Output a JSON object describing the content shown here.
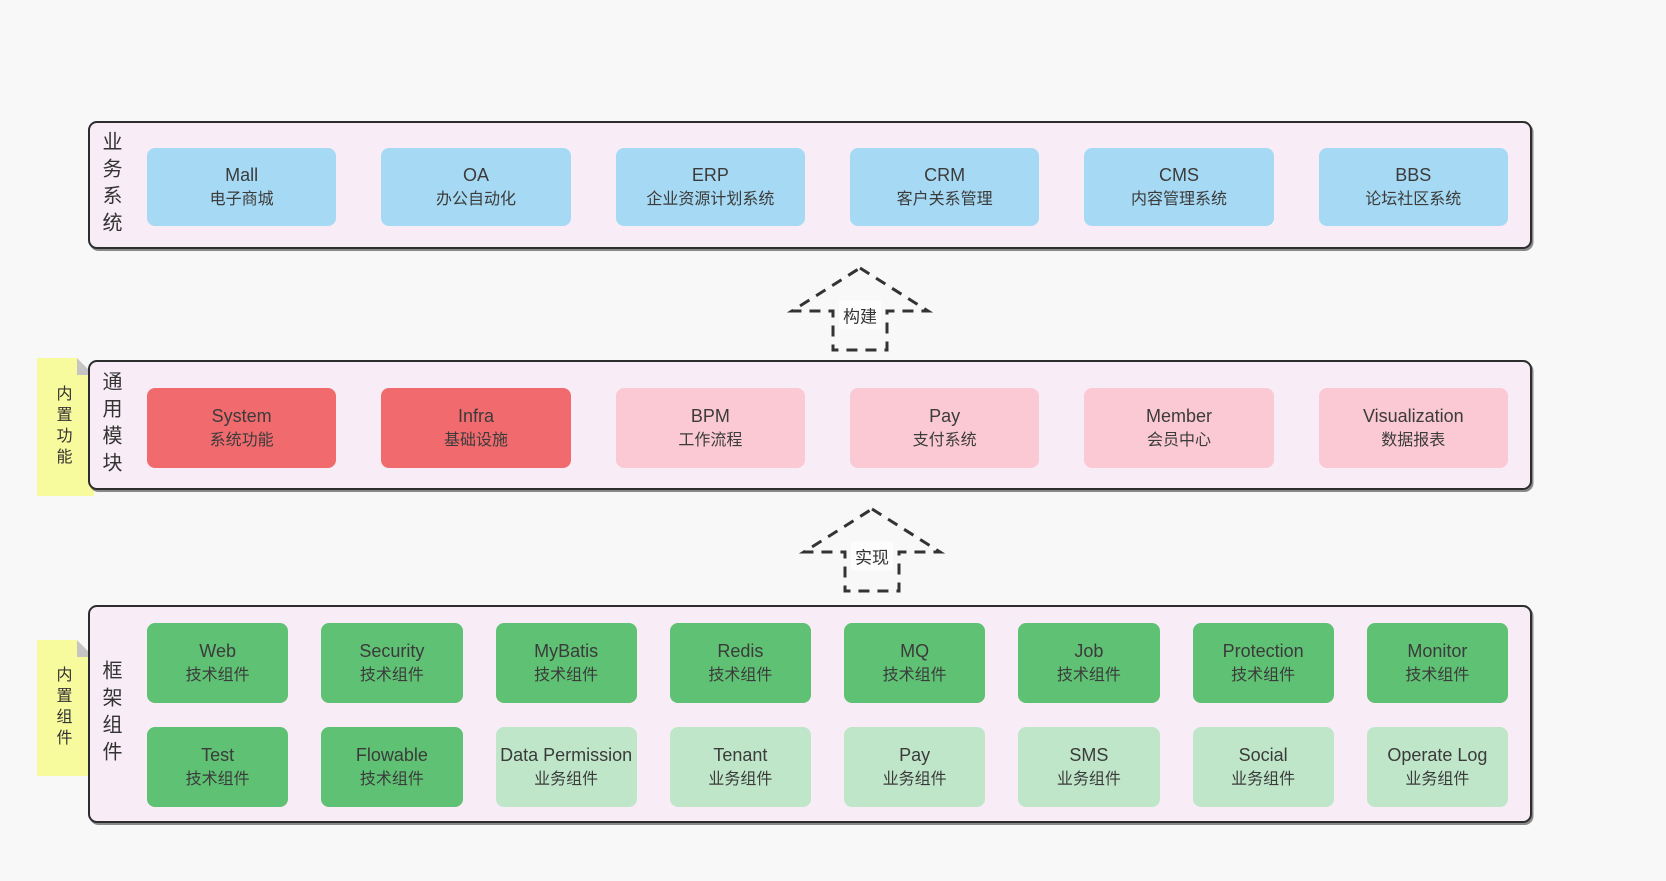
{
  "colors": {
    "page_bg": "#f8f8f8",
    "panel_fill": "#f8edf7",
    "panel_border": "#2d2d2d",
    "box_blue": "#a6d9f3",
    "box_red": "#f16b6e",
    "box_pink": "#fbc9d4",
    "box_green": "#5ec173",
    "box_green_light": "#bfe6c9",
    "sticky_yellow": "#f8fa9e",
    "sticky_fold": "#c5c5c5",
    "text": "#3b3b3b"
  },
  "arrows": [
    {
      "label": "构建"
    },
    {
      "label": "实现"
    }
  ],
  "panels": [
    {
      "id": "business-systems",
      "side_label": "业务系统",
      "boxes": [
        {
          "title": "Mall",
          "subtitle": "电子商城",
          "variant": "blue"
        },
        {
          "title": "OA",
          "subtitle": "办公自动化",
          "variant": "blue"
        },
        {
          "title": "ERP",
          "subtitle": "企业资源计划系统",
          "variant": "blue"
        },
        {
          "title": "CRM",
          "subtitle": "客户关系管理",
          "variant": "blue"
        },
        {
          "title": "CMS",
          "subtitle": "内容管理系统",
          "variant": "blue"
        },
        {
          "title": "BBS",
          "subtitle": "论坛社区系统",
          "variant": "blue"
        }
      ]
    },
    {
      "id": "common-modules",
      "sticky_label": "内置功能",
      "side_label": "通用模块",
      "boxes": [
        {
          "title": "System",
          "subtitle": "系统功能",
          "variant": "red"
        },
        {
          "title": "Infra",
          "subtitle": "基础设施",
          "variant": "red"
        },
        {
          "title": "BPM",
          "subtitle": "工作流程",
          "variant": "pink"
        },
        {
          "title": "Pay",
          "subtitle": "支付系统",
          "variant": "pink"
        },
        {
          "title": "Member",
          "subtitle": "会员中心",
          "variant": "pink"
        },
        {
          "title": "Visualization",
          "subtitle": "数据报表",
          "variant": "pink"
        }
      ]
    },
    {
      "id": "framework-components",
      "sticky_label": "内置组件",
      "side_label": "框架组件",
      "rows": [
        [
          {
            "title": "Web",
            "subtitle": "技术组件",
            "variant": "green"
          },
          {
            "title": "Security",
            "subtitle": "技术组件",
            "variant": "green"
          },
          {
            "title": "MyBatis",
            "subtitle": "技术组件",
            "variant": "green"
          },
          {
            "title": "Redis",
            "subtitle": "技术组件",
            "variant": "green"
          },
          {
            "title": "MQ",
            "subtitle": "技术组件",
            "variant": "green"
          },
          {
            "title": "Job",
            "subtitle": "技术组件",
            "variant": "green"
          },
          {
            "title": "Protection",
            "subtitle": "技术组件",
            "variant": "green"
          },
          {
            "title": "Monitor",
            "subtitle": "技术组件",
            "variant": "green"
          }
        ],
        [
          {
            "title": "Test",
            "subtitle": "技术组件",
            "variant": "green"
          },
          {
            "title": "Flowable",
            "subtitle": "技术组件",
            "variant": "green"
          },
          {
            "title": "Data Permission",
            "subtitle": "业务组件",
            "variant": "green-light"
          },
          {
            "title": "Tenant",
            "subtitle": "业务组件",
            "variant": "green-light"
          },
          {
            "title": "Pay",
            "subtitle": "业务组件",
            "variant": "green-light"
          },
          {
            "title": "SMS",
            "subtitle": "业务组件",
            "variant": "green-light"
          },
          {
            "title": "Social",
            "subtitle": "业务组件",
            "variant": "green-light"
          },
          {
            "title": "Operate Log",
            "subtitle": "业务组件",
            "variant": "green-light"
          }
        ]
      ]
    }
  ]
}
